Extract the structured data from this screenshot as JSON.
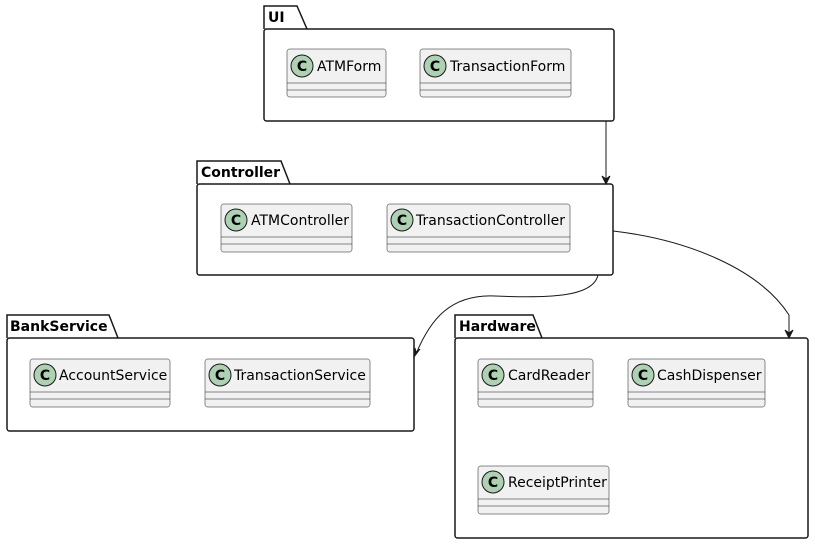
{
  "diagram": {
    "class_badge_letter": "C",
    "colors": {
      "class_fill": "#f1f1f1",
      "badge_fill": "#add1b2",
      "line": "#181818",
      "package_fill": "#ffffff"
    },
    "packages": {
      "ui": {
        "label": "UI",
        "classes": {
          "atm_form": "ATMForm",
          "transaction_form": "TransactionForm"
        }
      },
      "controller": {
        "label": "Controller",
        "classes": {
          "atm_controller": "ATMController",
          "transaction_controller": "TransactionController"
        }
      },
      "bank_service": {
        "label": "BankService",
        "classes": {
          "account_service": "AccountService",
          "transaction_service": "TransactionService"
        }
      },
      "hardware": {
        "label": "Hardware",
        "classes": {
          "card_reader": "CardReader",
          "cash_dispenser": "CashDispenser",
          "receipt_printer": "ReceiptPrinter"
        }
      }
    },
    "dependencies": [
      {
        "from": "UI",
        "to": "Controller"
      },
      {
        "from": "Controller",
        "to": "BankService"
      },
      {
        "from": "Controller",
        "to": "Hardware"
      }
    ]
  }
}
